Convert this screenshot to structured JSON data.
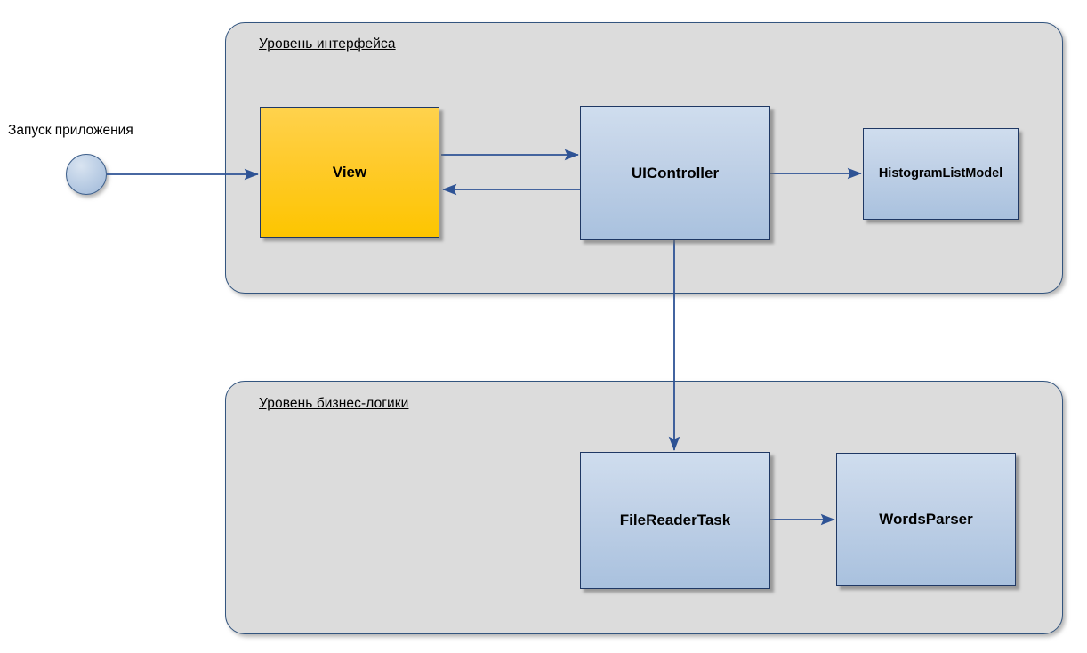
{
  "diagram": {
    "start": {
      "label": "Запуск приложения",
      "node_name": "start-node"
    },
    "layers": [
      {
        "id": "ui-layer",
        "label": "Уровень интерфейса"
      },
      {
        "id": "business-layer",
        "label": "Уровень бизнес-логики"
      }
    ],
    "nodes": [
      {
        "id": "view",
        "label": "View",
        "color": "#ffc60b",
        "layer": "ui-layer"
      },
      {
        "id": "uicontroller",
        "label": "UIController",
        "color": "#bcd0e6",
        "layer": "ui-layer"
      },
      {
        "id": "histogramlistmodel",
        "label": "HistogramListModel",
        "color": "#bcd0e6",
        "layer": "ui-layer"
      },
      {
        "id": "filereadertask",
        "label": "FileReaderTask",
        "color": "#bcd0e6",
        "layer": "business-layer"
      },
      {
        "id": "wordsparser",
        "label": "WordsParser",
        "color": "#bcd0e6",
        "layer": "business-layer"
      }
    ],
    "edges": [
      {
        "id": "start-to-view",
        "from": "start",
        "to": "view",
        "direction": "right"
      },
      {
        "id": "view-to-uicontroller",
        "from": "view",
        "to": "uicontroller",
        "direction": "right"
      },
      {
        "id": "uicontroller-to-view",
        "from": "uicontroller",
        "to": "view",
        "direction": "left"
      },
      {
        "id": "uicontroller-to-histogramlistmodel",
        "from": "uicontroller",
        "to": "histogramlistmodel",
        "direction": "right"
      },
      {
        "id": "uicontroller-to-filereadertask",
        "from": "uicontroller",
        "to": "filereadertask",
        "direction": "down"
      },
      {
        "id": "filereadertask-to-wordsparser",
        "from": "filereadertask",
        "to": "wordsparser",
        "direction": "right"
      }
    ],
    "colors": {
      "edge": "#2e5395",
      "node_border": "#1f3864",
      "layer_fill": "#dcdcdc",
      "layer_border": "#33557f",
      "background": "#ffffff"
    }
  }
}
